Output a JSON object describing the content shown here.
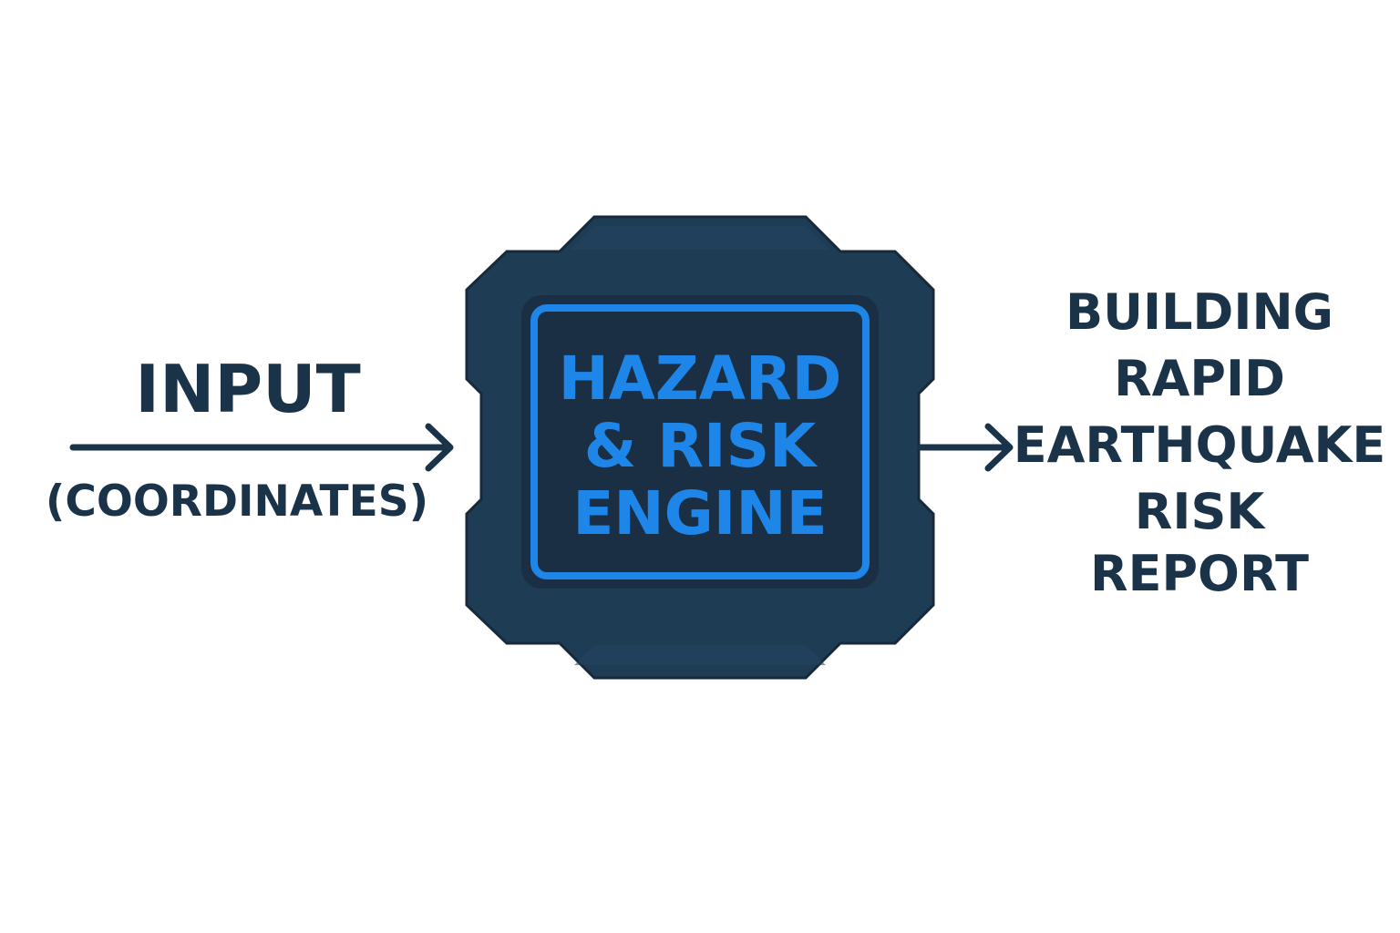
{
  "input": {
    "title": "INPUT",
    "subtitle": "(COORDINATES)"
  },
  "engine": {
    "lines": [
      "HAZARD",
      "& RISK",
      "ENGINE"
    ]
  },
  "output": {
    "lines": [
      "BUILDING",
      "RAPID",
      "EARTHQUAKE",
      "RISK",
      "REPORT"
    ]
  },
  "colors": {
    "ink": "#1b3349",
    "engine_body": "#1f3c55",
    "engine_panel": "#1a2f44",
    "engine_rim": "#17293a",
    "accent": "#1e86e8",
    "background": "#ffffff"
  }
}
